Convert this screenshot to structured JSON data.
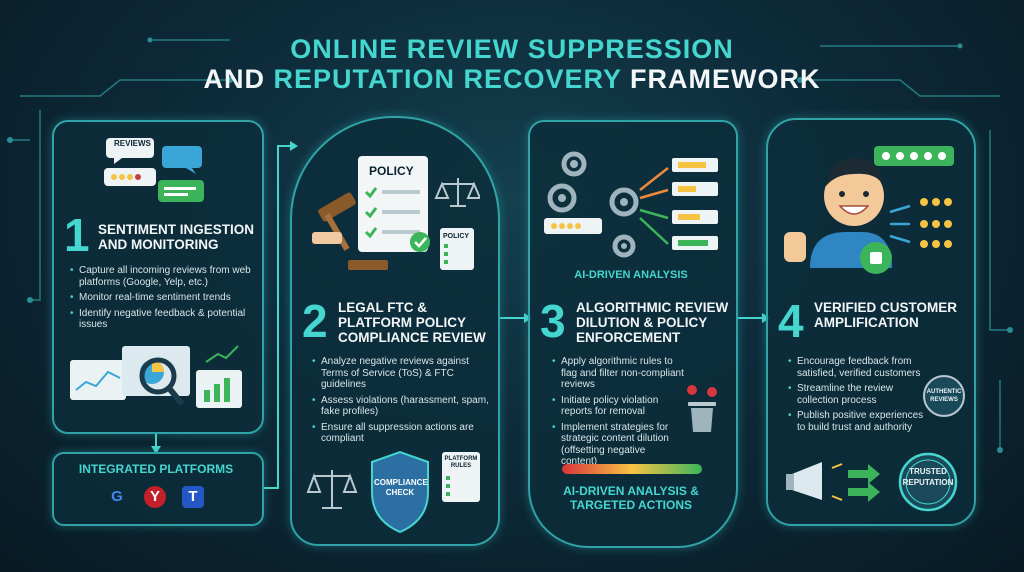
{
  "title": {
    "line1": "ONLINE REVIEW SUPPRESSION",
    "line2_accent": "AND ",
    "line2_mid": "REPUTATION RECOVERY",
    "line2_tail": " FRAMEWORK"
  },
  "steps": [
    {
      "number": "1",
      "title": "SENTIMENT INGESTION AND MONITORING",
      "bullets": [
        "Capture all incoming reviews from web platforms (Google, Yelp, etc.)",
        "Monitor real-time sentiment trends",
        "Identify negative feedback & potential issues"
      ],
      "icon_bubble_label": "REVIEWS"
    },
    {
      "number": "2",
      "title": "LEGAL FTC & PLATFORM POLICY COMPLIANCE REVIEW",
      "bullets": [
        "Analyze negative reviews against Terms of Service (ToS) & FTC guidelines",
        "Assess violations (harassment, spam, fake profiles)",
        "Ensure all suppression actions are compliant"
      ],
      "icon_policy_label": "POLICY",
      "icon_policy_small": "POLICY",
      "shield_label": "COMPLIANCE CHECK",
      "rules_label": "PLATFORM RULES"
    },
    {
      "number": "3",
      "title": "ALGORITHMIC REVIEW DILUTION & POLICY ENFORCEMENT",
      "bullets": [
        "Apply algorithmic rules to flag and filter non-compliant reviews",
        "Initiate policy violation reports for removal",
        "Implement strategies for strategic content dilution (offsetting negative content)"
      ],
      "top_label": "AI-DRIVEN ANALYSIS",
      "bottom_label": "AI-DRIVEN ANALYSIS & TARGETED ACTIONS"
    },
    {
      "number": "4",
      "title": "VERIFIED CUSTOMER AMPLIFICATION",
      "bullets": [
        "Encourage feedback from satisfied, verified customers",
        "Streamline the review collection process",
        "Publish positive experiences to build trust and authority"
      ],
      "badge_authentic": "AUTHENTIC REVIEWS",
      "badge_trusted": "TRUSTED REPUTATION"
    }
  ],
  "platforms": {
    "label": "INTEGRATED PLATFORMS",
    "logos": [
      "G",
      "Y",
      "T"
    ]
  },
  "colors": {
    "accent": "#45d6cf",
    "card_border": "#2fa3a6",
    "star": "#f6c343",
    "green": "#3cb55a"
  }
}
